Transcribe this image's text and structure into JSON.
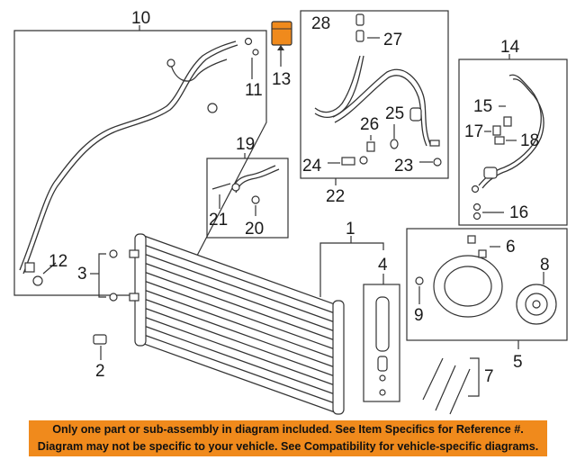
{
  "callouts": {
    "c1": "1",
    "c2": "2",
    "c3": "3",
    "c4": "4",
    "c5": "5",
    "c6": "6",
    "c7": "7",
    "c8": "8",
    "c9": "9",
    "c10": "10",
    "c11": "11",
    "c12": "12",
    "c13": "13",
    "c14": "14",
    "c15": "15",
    "c16": "16",
    "c17": "17",
    "c18": "18",
    "c19": "19",
    "c20": "20",
    "c21": "21",
    "c22": "22",
    "c23": "23",
    "c24": "24",
    "c25": "25",
    "c26": "26",
    "c27": "27",
    "c28": "28"
  },
  "highlight_color": "#f08a1c",
  "banner": {
    "line1": "Only one part or sub-assembly in diagram included. See Item Specifics for Reference #.",
    "line2": "Diagram may not be specific to your vehicle. See Compatibility for vehicle-specific diagrams."
  }
}
